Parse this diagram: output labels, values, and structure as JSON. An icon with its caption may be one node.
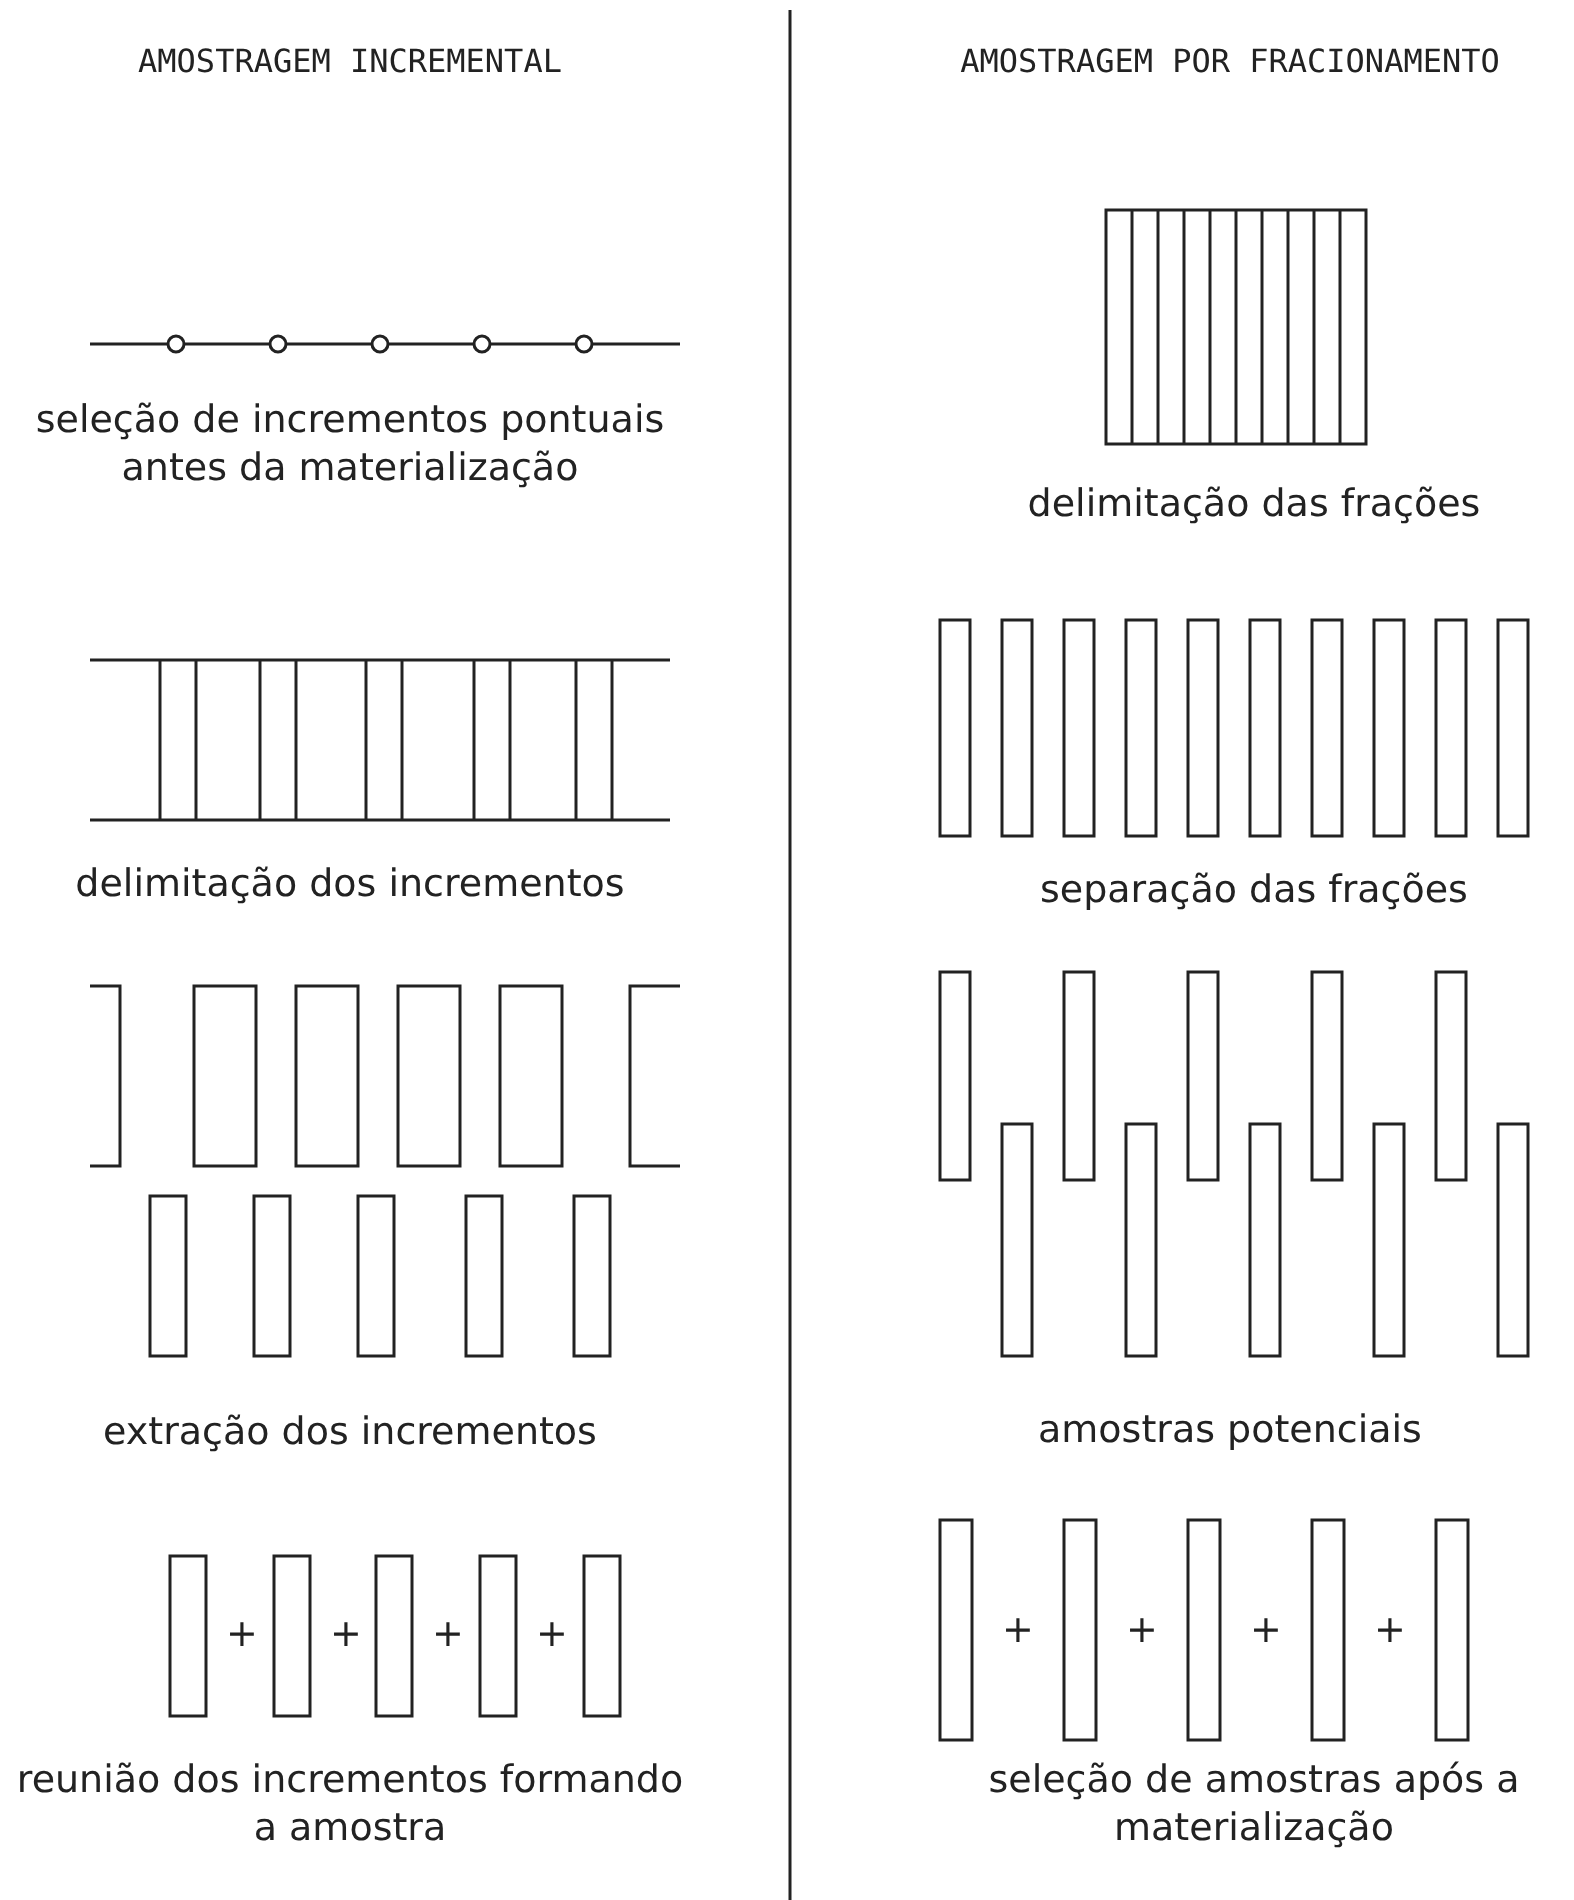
{
  "diagram": {
    "labels": [
      "AMOSTRAGEM INCREMENTAL",
      "seleção de incrementos pontuais antes da materialização",
      "delimitação dos incrementos",
      "extração dos incrementos",
      "+",
      "+",
      "+",
      "+",
      "reunião dos incrementos formando a amostra",
      "AMOSTRAGEM POR FRACIONAMENTO",
      "delimitação das frações",
      "separação das frações",
      "amostras potenciais",
      "+",
      "+",
      "+",
      "+",
      "seleção de amostras após a materialização"
    ]
  }
}
